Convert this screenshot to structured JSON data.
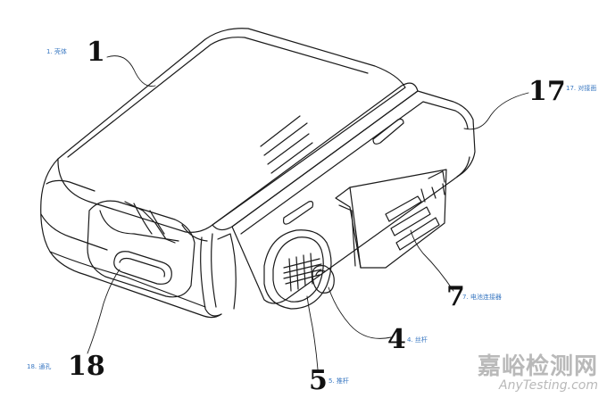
{
  "labels": [
    {
      "num": "1",
      "caption": "1. 壳体"
    },
    {
      "num": "17",
      "caption": "17. 对接面"
    },
    {
      "num": "7",
      "caption": "7. 电池连接器"
    },
    {
      "num": "4",
      "caption": "4. 丝杆"
    },
    {
      "num": "5",
      "caption": "5. 推杆"
    },
    {
      "num": "18",
      "caption": "18. 通孔"
    }
  ],
  "watermark": {
    "cn": "嘉峪检测网",
    "en": "AnyTesting.com"
  },
  "colors": {
    "line": "#1a1a1a",
    "caption": "#3a78c2",
    "watermark": "#b9b9b9"
  }
}
